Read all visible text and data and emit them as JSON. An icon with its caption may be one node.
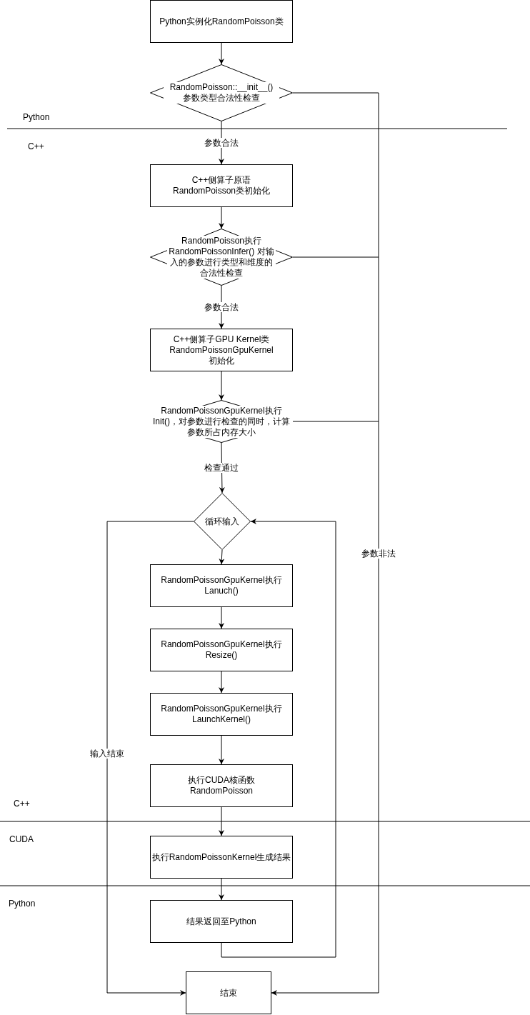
{
  "diagram": {
    "nodes": [
      {
        "text": [
          "Python实例化RandomPoisson类"
        ]
      },
      {
        "text": [
          "RandomPoisson::__init__() 参数类型合法性检查"
        ]
      },
      {
        "text": [
          "C++侧算子原语 RandomPoisson类初始化"
        ]
      },
      {
        "text": [
          "RandomPoisson执行 RandomPoissonInfer() 对输入的参数进行类型和维度的合法性检查"
        ]
      },
      {
        "text": [
          "C++侧算子GPU Kernel类 RandomPoissonGpuKernel 初始化"
        ]
      },
      {
        "text": [
          "RandomPoissonGpuKernel执行 Init()，对参数进行检查的同时，计算参数所占内存大小"
        ]
      },
      {
        "text": [
          "循环输入"
        ]
      },
      {
        "text": [
          "RandomPoissonGpuKernel执行 Lanuch()"
        ]
      },
      {
        "text": [
          "RandomPoissonGpuKernel执行 Resize()"
        ]
      },
      {
        "text": [
          "RandomPoissonGpuKernel执行 LaunchKernel()"
        ]
      },
      {
        "text": [
          "执行CUDA核函数 RandomPoisson"
        ]
      },
      {
        "text": [
          "执行RandomPoissonKernel生成结果"
        ]
      },
      {
        "text": [
          "结果返回至Python"
        ]
      },
      {
        "text": [
          "结束"
        ]
      }
    ],
    "edges": [
      {
        "from": 0,
        "to": 1,
        "arrow": "to"
      },
      {
        "from": 1,
        "to": 2,
        "arrow": "to",
        "label": "参数合法"
      },
      {
        "from": 2,
        "to": 3,
        "arrow": "to"
      },
      {
        "from": 3,
        "to": 4,
        "arrow": "to",
        "label": "参数合法"
      },
      {
        "from": 4,
        "to": 5,
        "arrow": "to"
      },
      {
        "from": 5,
        "to": 6,
        "arrow": "to",
        "label": "检查通过"
      },
      {
        "from": 6,
        "to": 7,
        "arrow": "to"
      },
      {
        "from": 7,
        "to": 8,
        "arrow": "to"
      },
      {
        "from": 8,
        "to": 9,
        "arrow": "to"
      },
      {
        "from": 9,
        "to": 10,
        "arrow": "to"
      },
      {
        "from": 10,
        "to": 11,
        "arrow": "to"
      },
      {
        "from": 11,
        "to": 12,
        "arrow": "to"
      },
      {
        "from": 12,
        "to": 6,
        "arrow": "to"
      },
      {
        "from": 6,
        "to": 13,
        "arrow": "to",
        "label": "输入结束"
      },
      {
        "from": 1,
        "to": 13,
        "arrow": "to",
        "label": "参数非法"
      },
      {
        "from": 3,
        "to": 13,
        "arrow": "to"
      },
      {
        "from": 5,
        "to": 13,
        "arrow": "to"
      }
    ],
    "labels": [
      "Python",
      "C++",
      "C++",
      "CUDA",
      "Python"
    ]
  }
}
